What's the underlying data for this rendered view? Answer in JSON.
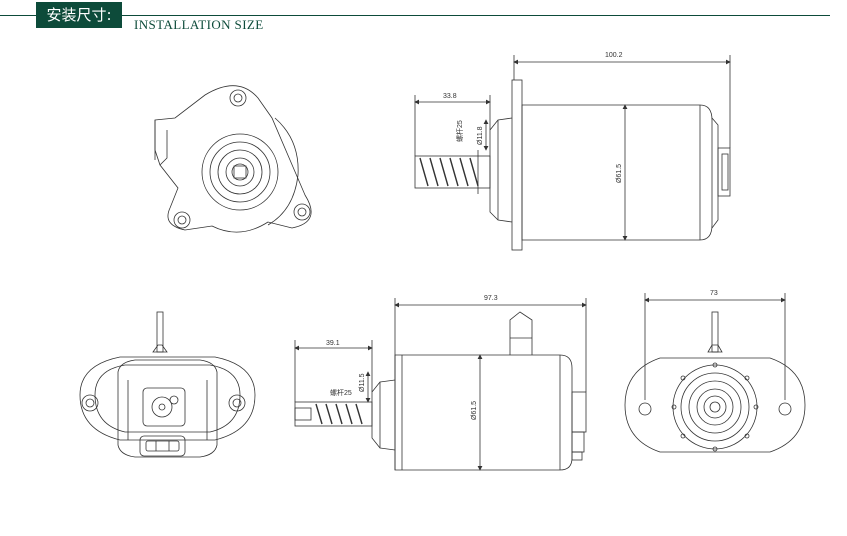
{
  "header": {
    "title_cn": "安装尺寸:",
    "title_en": "INSTALLATION SIZE"
  },
  "colors": {
    "accent": "#0d4b3a",
    "line": "#333333"
  },
  "dims": {
    "top_length": "100.2",
    "top_shaft": "33.8",
    "top_screw": "螺杆25",
    "top_shaft_dia": "Ø11.8",
    "top_body_dia": "Ø61.5",
    "bottom_length": "97.3",
    "bottom_shaft": "39.1",
    "bottom_screw": "螺杆25",
    "bottom_shaft_dia": "Ø11.5",
    "bottom_body_dia": "Ø61.5",
    "flange_width": "73"
  }
}
